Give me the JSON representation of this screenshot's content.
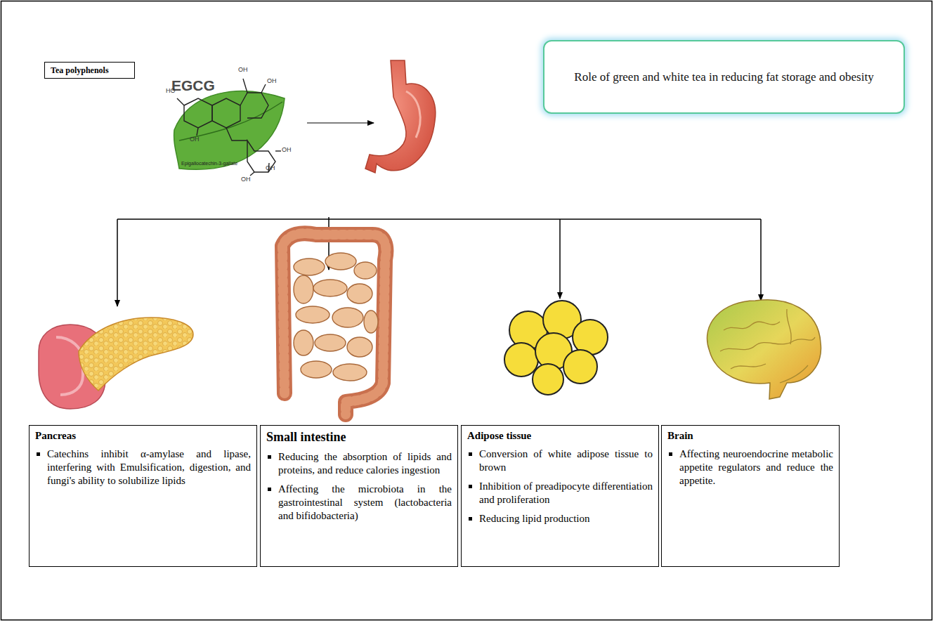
{
  "diagram": {
    "title": "Role of green and white tea in reducing fat storage and obesity",
    "nodes": [
      {
        "text": [
          "Tea polyphenols"
        ]
      },
      {
        "text": [
          "Pancreas",
          "Catechins inhibit α-amylase and lipase, interfering with Emulsification, digestion, and fungi's ability to solubilize lipids"
        ]
      },
      {
        "text": [
          "Small intestine",
          "Reducing the absorption of lipids and proteins, and reduce calories ingestion",
          "Affecting the microbiota in the gastrointestinal system (lactobacteria and bifidobacteria)"
        ]
      },
      {
        "text": [
          "Adipose tissue",
          "Conversion of white adipose tissue to brown",
          "Inhibition of preadipocyte differentiation and proliferation",
          "Reducing lipid production"
        ]
      },
      {
        "text": [
          "Brain",
          "Affecting neuroendocrine metabolic appetite regulators and reduce the appetite."
        ]
      }
    ],
    "labels": [
      "EGCG",
      "HO",
      "OH",
      "OH",
      "OH",
      "OH",
      "OH",
      "OH",
      "Epigallocatechin-3-gallate"
    ]
  }
}
